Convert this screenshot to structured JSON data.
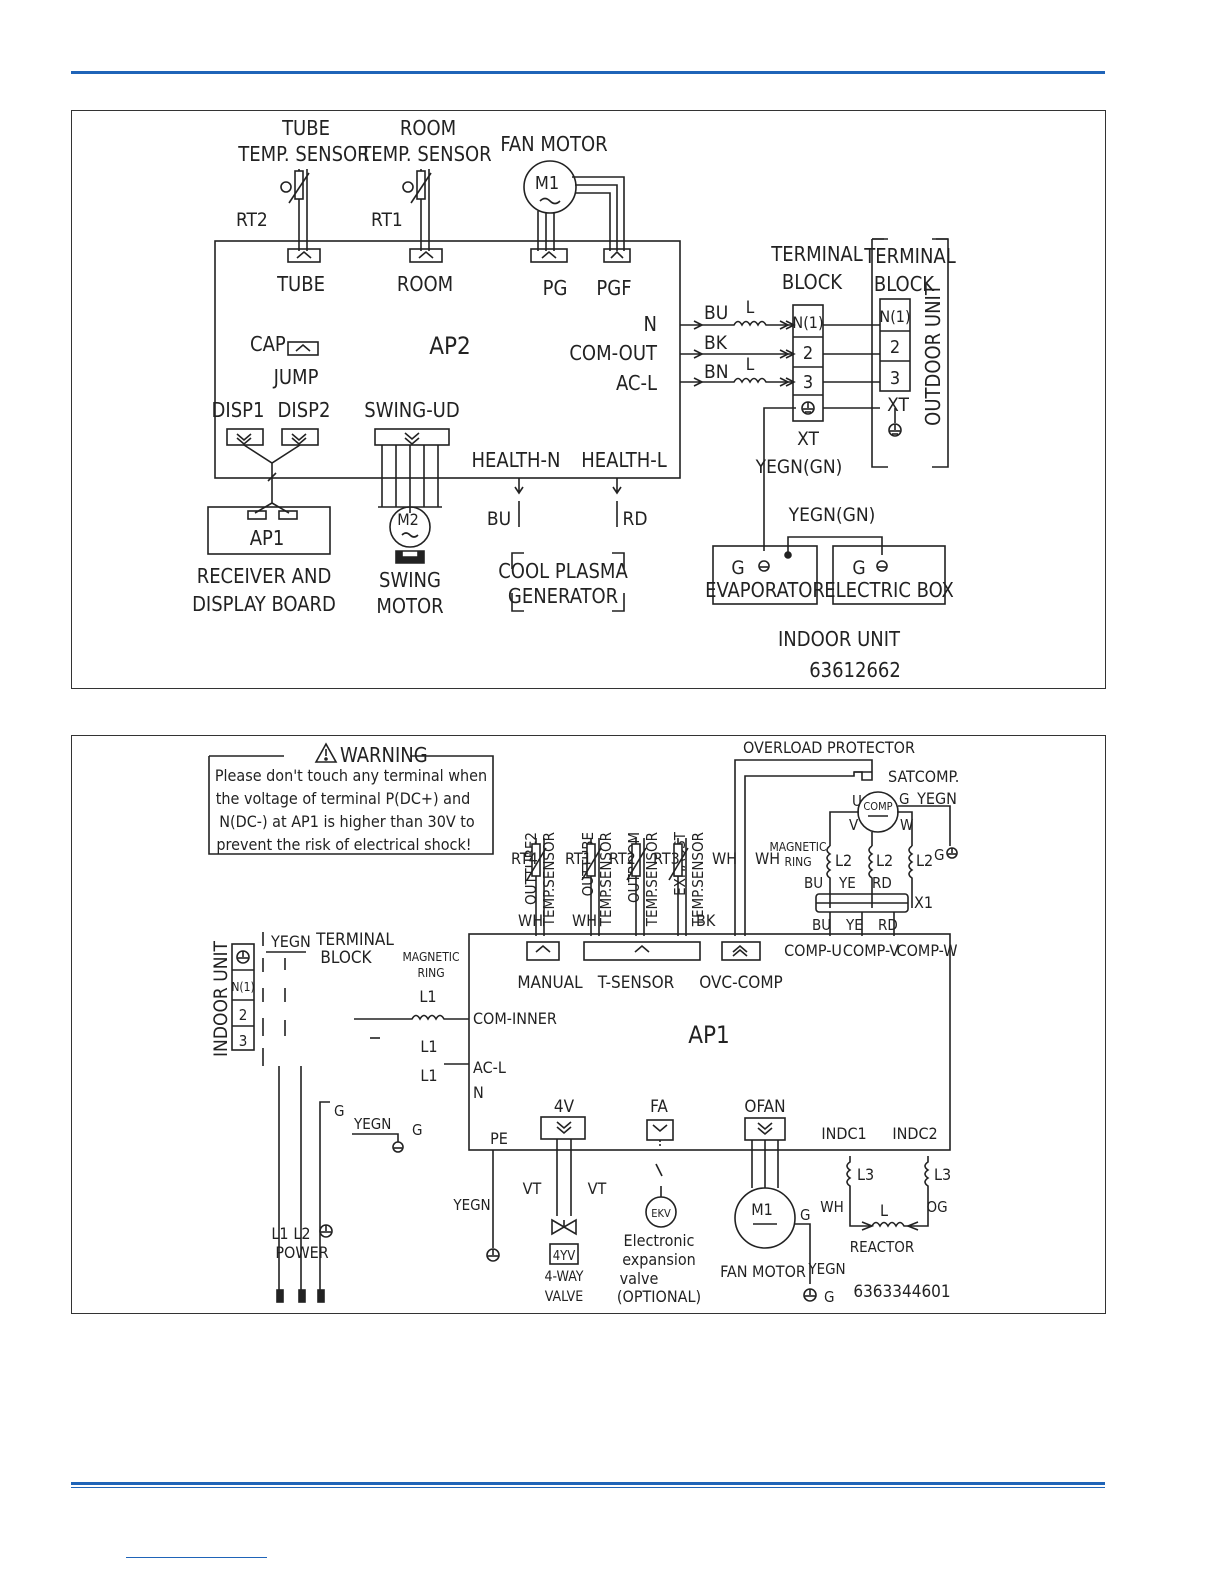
{
  "colors": {
    "accent": "#1f64b8",
    "ink": "#222222"
  },
  "indoor": {
    "tube_sensor": [
      "TUBE",
      "TEMP. SENSOR"
    ],
    "room_sensor": [
      "ROOM",
      "TEMP. SENSOR"
    ],
    "fan_motor": "FAN MOTOR",
    "m1": "M1",
    "rt2": "RT2",
    "rt1": "RT1",
    "tube": "TUBE",
    "room": "ROOM",
    "pg": "PG",
    "pgf": "PGF",
    "cap": "CAP",
    "jump": "JUMP",
    "ap2": "AP2",
    "n": "N",
    "com_out": "COM-OUT",
    "ac_l": "AC-L",
    "disp1": "DISP1",
    "disp2": "DISP2",
    "swing_ud": "SWING-UD",
    "health_n": "HEALTH-N",
    "health_l": "HEALTH-L",
    "bu": "BU",
    "bk": "BK",
    "bn": "BN",
    "l": "L",
    "rd": "RD",
    "terminal_block": [
      "TERMINAL",
      "BLOCK"
    ],
    "terminal_block2": [
      "TERMINAL",
      "BLOCK"
    ],
    "n1": "N(1)",
    "t2": "2",
    "t3": "3",
    "xt": "XT",
    "xt2": "XT",
    "yegn_gn": "YEGN(GN)",
    "yegn_gn2": "YEGN(GN)",
    "outdoor_unit": "OUTDOOR UNIT",
    "ap1": "AP1",
    "receiver": [
      "RECEIVER AND",
      "DISPLAY BOARD"
    ],
    "m2": "M2",
    "swing_motor": [
      "SWING",
      "MOTOR"
    ],
    "plasma": [
      "COOL PLASMA",
      "GENERATOR"
    ],
    "g": "G",
    "evaporator": "EVAPORATOR",
    "electric_box": "ELECTRIC BOX",
    "indoor_unit": "INDOOR UNIT",
    "code": "63612662"
  },
  "outdoor": {
    "warning_title": "WARNING",
    "warning_lines": [
      "Please don't touch any terminal when",
      "the voltage of terminal P(DC+) and",
      "N(DC-) at AP1 is higher than 30V to",
      "prevent the risk of electrical shock!"
    ],
    "sensors": [
      [
        "OUTTUBE2",
        "TEMP.SENSOR"
      ],
      [
        "OUTTUBE",
        "TEMP.SENSOR"
      ],
      [
        "OUTROOM",
        "TEMP.SENSOR"
      ],
      [
        "EXHAUST",
        "TEMP.SENSOR"
      ]
    ],
    "overload": "OVERLOAD PROTECTOR",
    "sat": "SAT",
    "comp": "COMP",
    "comp_lbl": "COMP.",
    "yegn": "YEGN",
    "u": "U",
    "v": "V",
    "w": "W",
    "g": "G",
    "rt4": "RT4",
    "rt1": "RT1",
    "rt2": "RT2",
    "rt3": "RT3",
    "wh": "WH",
    "bk": "BK",
    "magnetic_ring": [
      "MAGNETIC",
      "RING"
    ],
    "l2": "L2",
    "bu": "BU",
    "ye": "YE",
    "rd": "RD",
    "x1": "X1",
    "indoor_unit": "INDOOR UNIT",
    "terminal_block": [
      "TERMINAL",
      "BLOCK"
    ],
    "n1": "N(1)",
    "t2": "2",
    "t3": "3",
    "l1": "L1",
    "com_inner": "COM-INNER",
    "ac_l": "AC-L",
    "n": "N",
    "manual": "MANUAL",
    "t_sensor": "T-SENSOR",
    "ovc_comp": "OVC-COMP",
    "comp_u": "COMP-U",
    "comp_v": "COMP-V",
    "comp_w": "COMP-W",
    "ap1": "AP1",
    "pe": "PE",
    "fourv": "4V",
    "fa": "FA",
    "ofan": "OFAN",
    "indc1": "INDC1",
    "indc2": "INDC2",
    "vt": "VT",
    "fouryv": "4YV",
    "fourway": [
      "4-WAY",
      "VALVE"
    ],
    "ekv": "EKV",
    "ekv_desc": [
      "Electronic",
      "expansion",
      "valve",
      "(OPTIONAL)"
    ],
    "m1": "M1",
    "fan_motor": "FAN MOTOR",
    "l3": "L3",
    "l": "L",
    "og": "OG",
    "reactor": "REACTOR",
    "power_terms": [
      "L1",
      "L2"
    ],
    "power": "POWER",
    "code": "6363344601"
  }
}
